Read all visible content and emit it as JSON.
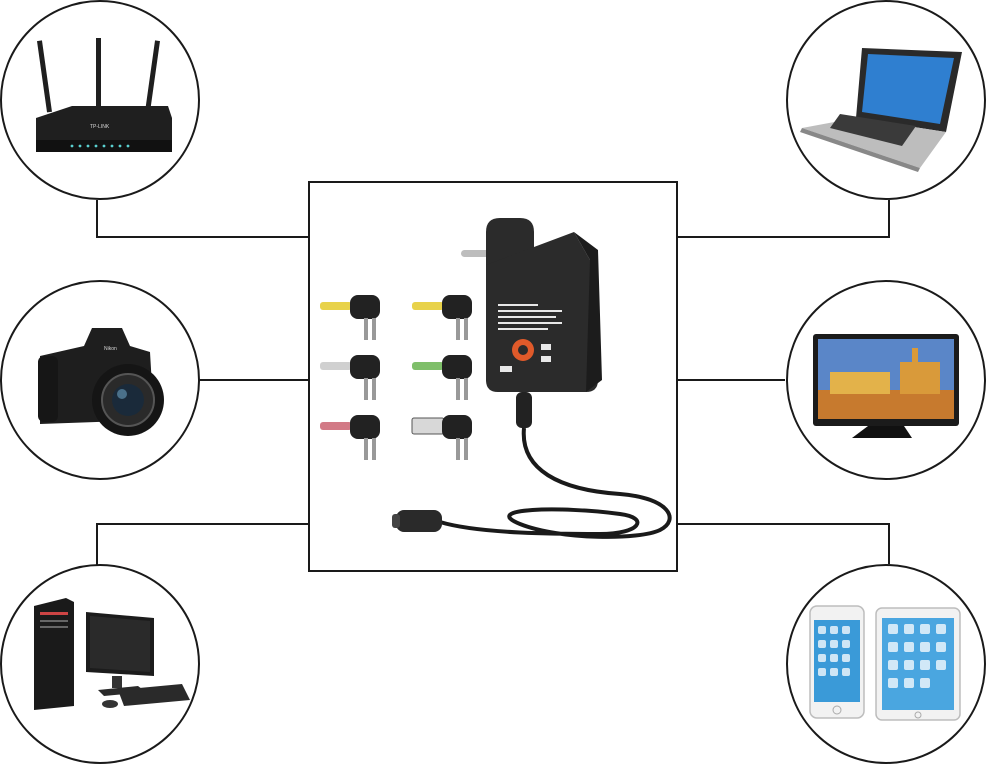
{
  "diagram": {
    "center": {
      "device": "universal-power-adapter",
      "tip_count": 6
    },
    "devices": [
      {
        "name": "wifi-router"
      },
      {
        "name": "dslr-camera"
      },
      {
        "name": "desktop-computer"
      },
      {
        "name": "laptop"
      },
      {
        "name": "lcd-monitor"
      },
      {
        "name": "phone-and-tablet"
      }
    ]
  },
  "labels": {
    "router_brand": "TP-LINK",
    "camera_brand": "Nikon"
  },
  "colors": {
    "line": "#1a1a1a",
    "adapter": "#2b2b2b",
    "dial": "#e05a2a",
    "screen_blue": "#2f7fd0"
  }
}
